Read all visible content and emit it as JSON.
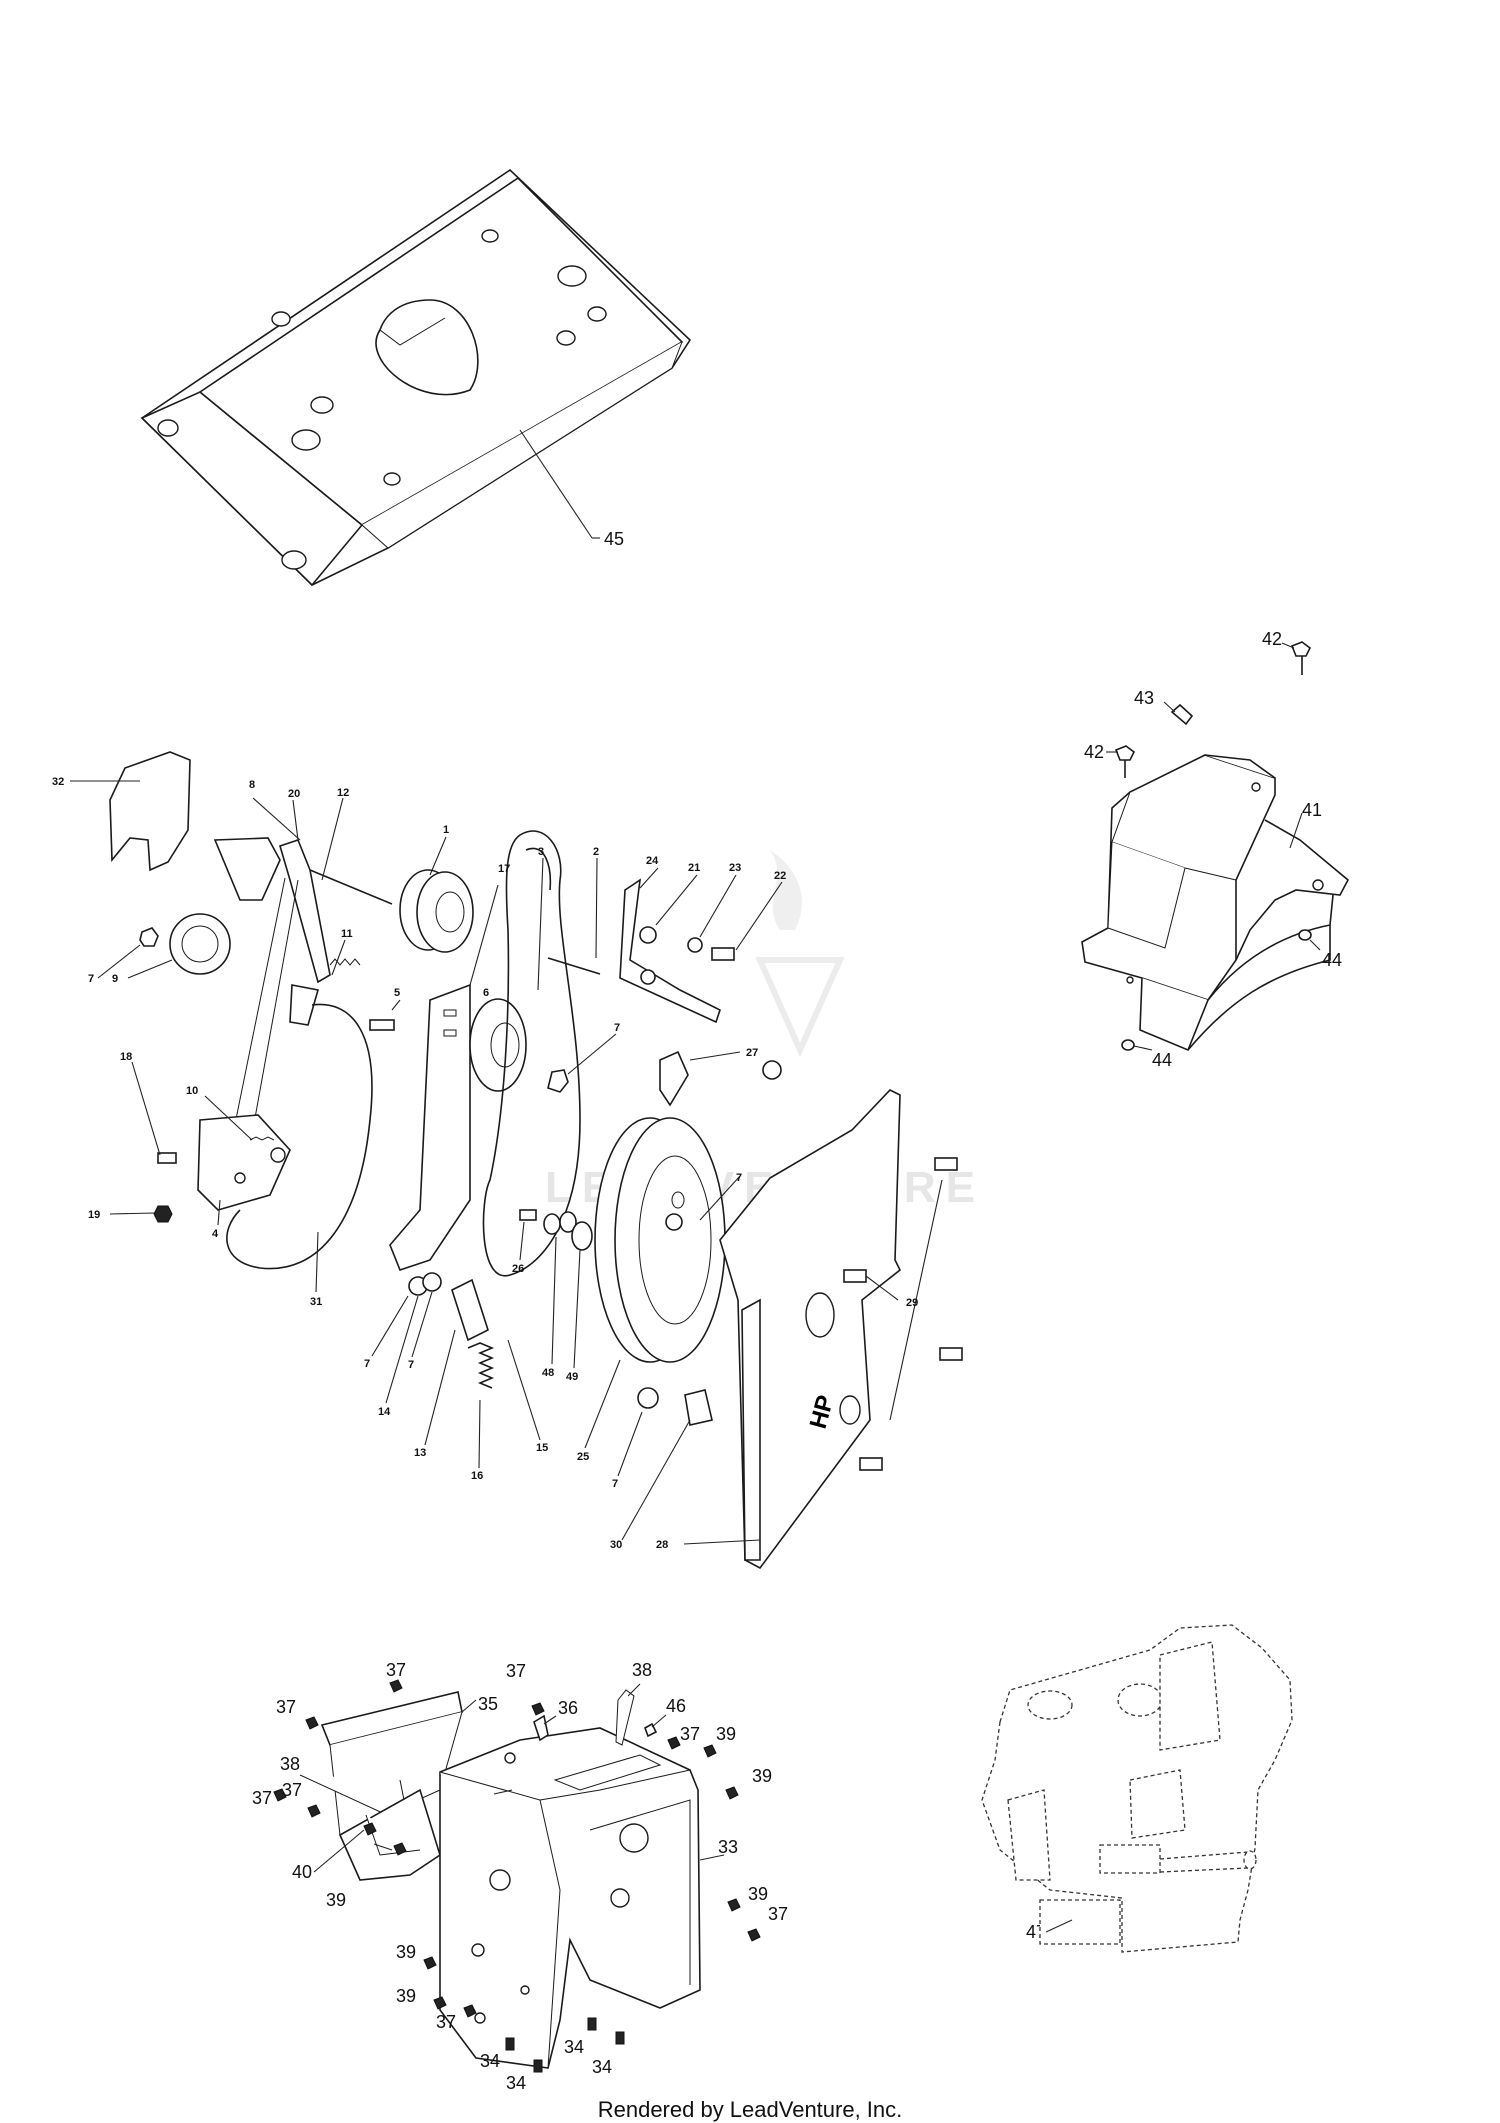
{
  "diagram": {
    "callouts_top": [
      {
        "id": "c45",
        "label": "45"
      }
    ],
    "callouts_middle": [
      {
        "id": "c32",
        "label": "32"
      },
      {
        "id": "c8",
        "label": "8"
      },
      {
        "id": "c20",
        "label": "20"
      },
      {
        "id": "c12",
        "label": "12"
      },
      {
        "id": "c1",
        "label": "1"
      },
      {
        "id": "c17",
        "label": "17"
      },
      {
        "id": "c3",
        "label": "3"
      },
      {
        "id": "c2",
        "label": "2"
      },
      {
        "id": "c24",
        "label": "24"
      },
      {
        "id": "c21",
        "label": "21"
      },
      {
        "id": "c23",
        "label": "23"
      },
      {
        "id": "c22",
        "label": "22"
      },
      {
        "id": "c7a",
        "label": "7"
      },
      {
        "id": "c9",
        "label": "9"
      },
      {
        "id": "c11",
        "label": "11"
      },
      {
        "id": "c5",
        "label": "5"
      },
      {
        "id": "c6",
        "label": "6"
      },
      {
        "id": "c7b",
        "label": "7"
      },
      {
        "id": "c27",
        "label": "27"
      },
      {
        "id": "c18",
        "label": "18"
      },
      {
        "id": "c10",
        "label": "10"
      },
      {
        "id": "c19",
        "label": "19"
      },
      {
        "id": "c4",
        "label": "4"
      },
      {
        "id": "c31",
        "label": "31"
      },
      {
        "id": "c7c",
        "label": "7"
      },
      {
        "id": "c26",
        "label": "26"
      },
      {
        "id": "c29",
        "label": "29"
      },
      {
        "id": "c7d",
        "label": "7"
      },
      {
        "id": "c14",
        "label": "14"
      },
      {
        "id": "c7e",
        "label": "7"
      },
      {
        "id": "c48",
        "label": "48"
      },
      {
        "id": "c49",
        "label": "49"
      },
      {
        "id": "c13",
        "label": "13"
      },
      {
        "id": "c16",
        "label": "16"
      },
      {
        "id": "c15",
        "label": "15"
      },
      {
        "id": "c25",
        "label": "25"
      },
      {
        "id": "c7f",
        "label": "7"
      },
      {
        "id": "c30",
        "label": "30"
      },
      {
        "id": "c28",
        "label": "28"
      }
    ],
    "callouts_right": [
      {
        "id": "c42a",
        "label": "42"
      },
      {
        "id": "c43",
        "label": "43"
      },
      {
        "id": "c42b",
        "label": "42"
      },
      {
        "id": "c41",
        "label": "41"
      },
      {
        "id": "c44a",
        "label": "44"
      },
      {
        "id": "c44b",
        "label": "44"
      }
    ],
    "callouts_bottom": [
      {
        "id": "c37a",
        "label": "37"
      },
      {
        "id": "c37b",
        "label": "37"
      },
      {
        "id": "c35",
        "label": "35"
      },
      {
        "id": "c37c",
        "label": "37"
      },
      {
        "id": "c36",
        "label": "36"
      },
      {
        "id": "c38a",
        "label": "38"
      },
      {
        "id": "c46",
        "label": "46"
      },
      {
        "id": "c37d",
        "label": "37"
      },
      {
        "id": "c39a",
        "label": "39"
      },
      {
        "id": "c38b",
        "label": "38"
      },
      {
        "id": "c39b",
        "label": "39"
      },
      {
        "id": "c37e",
        "label": "37"
      },
      {
        "id": "c37f",
        "label": "37"
      },
      {
        "id": "c33",
        "label": "33"
      },
      {
        "id": "c40",
        "label": "40"
      },
      {
        "id": "c39c",
        "label": "39"
      },
      {
        "id": "c39d",
        "label": "39"
      },
      {
        "id": "c37g",
        "label": "37"
      },
      {
        "id": "c39e",
        "label": "39"
      },
      {
        "id": "c39f",
        "label": "39"
      },
      {
        "id": "c37h",
        "label": "37"
      },
      {
        "id": "c34a",
        "label": "34"
      },
      {
        "id": "c34b",
        "label": "34"
      },
      {
        "id": "c34c",
        "label": "34"
      },
      {
        "id": "c34d",
        "label": "34"
      },
      {
        "id": "c47",
        "label": "47"
      }
    ]
  },
  "watermark": {
    "text": "LEADVENTURE"
  },
  "footer": {
    "text": "Rendered by LeadVenture, Inc."
  }
}
